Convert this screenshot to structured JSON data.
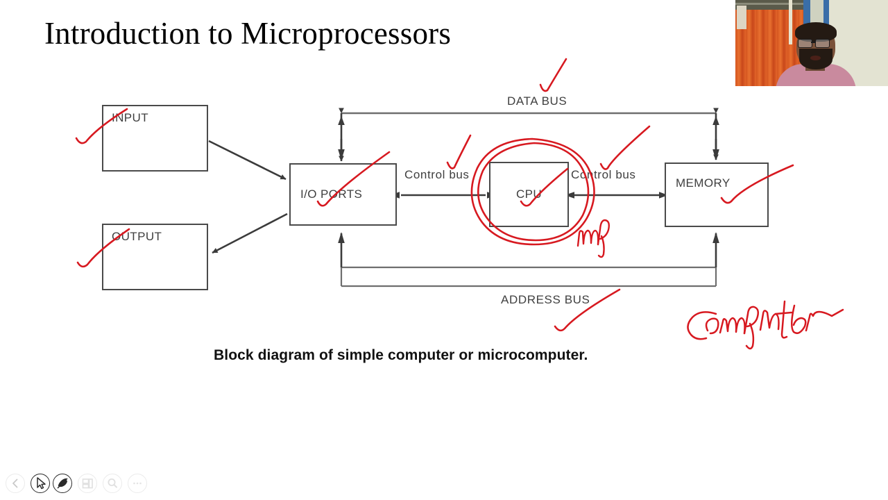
{
  "slide": {
    "title": "Introduction to Microprocessors",
    "caption": "Block diagram of simple computer or microcomputer.",
    "blocks": [
      {
        "id": "input",
        "label": "INPUT"
      },
      {
        "id": "output",
        "label": "OUTPUT"
      },
      {
        "id": "io",
        "label": "I/O PORTS"
      },
      {
        "id": "cpu",
        "label": "CPU"
      },
      {
        "id": "memory",
        "label": "MEMORY"
      }
    ],
    "bus_labels": {
      "data": "DATA BUS",
      "address": "ADDRESS BUS",
      "control_left": "Control bus",
      "control_right": "Control bus"
    }
  },
  "annotations": {
    "ink_color": "#d71920",
    "marks": [
      {
        "name": "check-data-bus",
        "type": "check"
      },
      {
        "name": "check-control-bus-left",
        "type": "check"
      },
      {
        "name": "check-control-bus-right",
        "type": "check"
      },
      {
        "name": "check-input",
        "type": "check"
      },
      {
        "name": "check-output",
        "type": "check"
      },
      {
        "name": "check-io-ports",
        "type": "check"
      },
      {
        "name": "check-cpu",
        "type": "check"
      },
      {
        "name": "check-memory",
        "type": "check"
      },
      {
        "name": "check-address-bus",
        "type": "check"
      },
      {
        "name": "circle-cpu",
        "type": "circle"
      },
      {
        "name": "handwriting-mp",
        "type": "text",
        "text": "mp"
      },
      {
        "name": "handwriting-computer",
        "type": "text",
        "text": "Computer"
      }
    ]
  },
  "webcam": {
    "label": "presenter-webcam"
  },
  "toolbar": {
    "items": [
      {
        "name": "previous-slide-button",
        "icon": "chevron-left-icon",
        "state": "dim"
      },
      {
        "name": "cursor-tool-button",
        "icon": "cursor-arrow-icon",
        "state": "active"
      },
      {
        "name": "pen-tool-button",
        "icon": "pen-icon",
        "state": "active"
      },
      {
        "name": "slides-grid-button",
        "icon": "slides-grid-icon",
        "state": "dim"
      },
      {
        "name": "zoom-tool-button",
        "icon": "magnifier-icon",
        "state": "dim"
      },
      {
        "name": "more-options-button",
        "icon": "ellipsis-icon",
        "state": "dim"
      }
    ]
  },
  "colors": {
    "ink": "#d71920",
    "line": "#4a4a4a",
    "text": "#3f3f3f"
  }
}
